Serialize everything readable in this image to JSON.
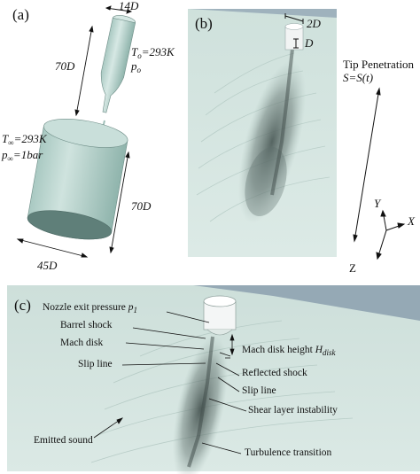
{
  "panel_a": {
    "tag": "(a)",
    "nozzle_width": "14D",
    "nozzle_length": "70D",
    "nozzle_T": "T",
    "nozzle_T_sub": "o",
    "nozzle_T_val": "=293K",
    "nozzle_p": "p",
    "nozzle_p_sub": "o",
    "chamber_T": "T",
    "chamber_T_sub": "∞",
    "chamber_T_val": "=293K",
    "chamber_p": "p",
    "chamber_p_sub": "∞",
    "chamber_p_val": "=1bar",
    "chamber_height": "70D",
    "chamber_diameter": "45D",
    "colors": {
      "body": "#b7d3cd",
      "body_dark": "#8fb4ac",
      "body_light": "#d6e8e4"
    }
  },
  "panel_b": {
    "tag": "(b)",
    "nozzle_size": "2D",
    "exit_size": "D",
    "tip_penetration_title": "Tip Penetration",
    "tip_penetration_eq": "S=S(t)",
    "axis_y": "Y",
    "axis_x": "X",
    "axis_z": "Z",
    "colors": {
      "background": "#d7e7e2",
      "jet": "#5c6b68",
      "top_band": "#9fb2bd"
    }
  },
  "panel_c": {
    "tag": "(c)",
    "callouts": {
      "nozzle_exit_pressure": "Nozzle exit pressure",
      "nozzle_exit_symbol": "p",
      "nozzle_exit_symbol_sub": "1",
      "barrel_shock": "Barrel shock",
      "mach_disk": "Mach disk",
      "slip_line_left": "Slip line",
      "mach_disk_height": "Mach disk height",
      "mach_disk_height_symbol": "H",
      "mach_disk_height_symbol_sub": "disk",
      "reflected_shock": "Reflected shock",
      "slip_line_right": "Slip line",
      "shear_layer": "Shear layer instability",
      "emitted_sound": "Emitted sound",
      "turbulence_transition": "Turbulence transition"
    },
    "colors": {
      "background": "#d4e5e0",
      "jet": "#56625f",
      "top_band": "#95a9b5"
    }
  }
}
